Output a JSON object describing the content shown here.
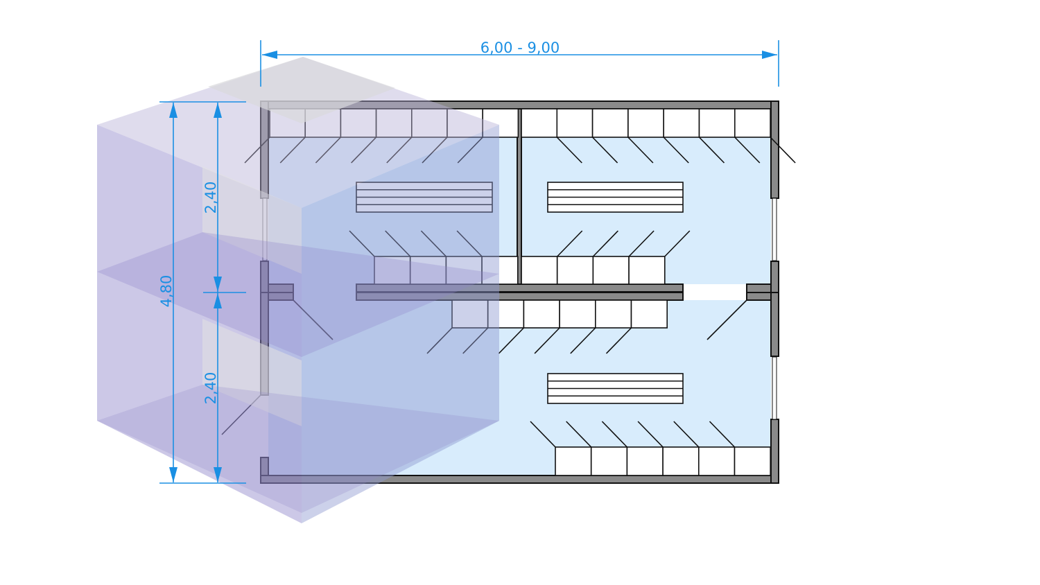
{
  "dimensions": {
    "width_label": "6,00 - 9,00",
    "total_height_label": "4,80",
    "upper_height_label": "2,40",
    "lower_height_label": "2,40"
  },
  "colors": {
    "dimension": "#1a8fe3",
    "floor": "#d8ecfc",
    "wall": "#8a8a8a",
    "overlay": "#8e86c9"
  }
}
